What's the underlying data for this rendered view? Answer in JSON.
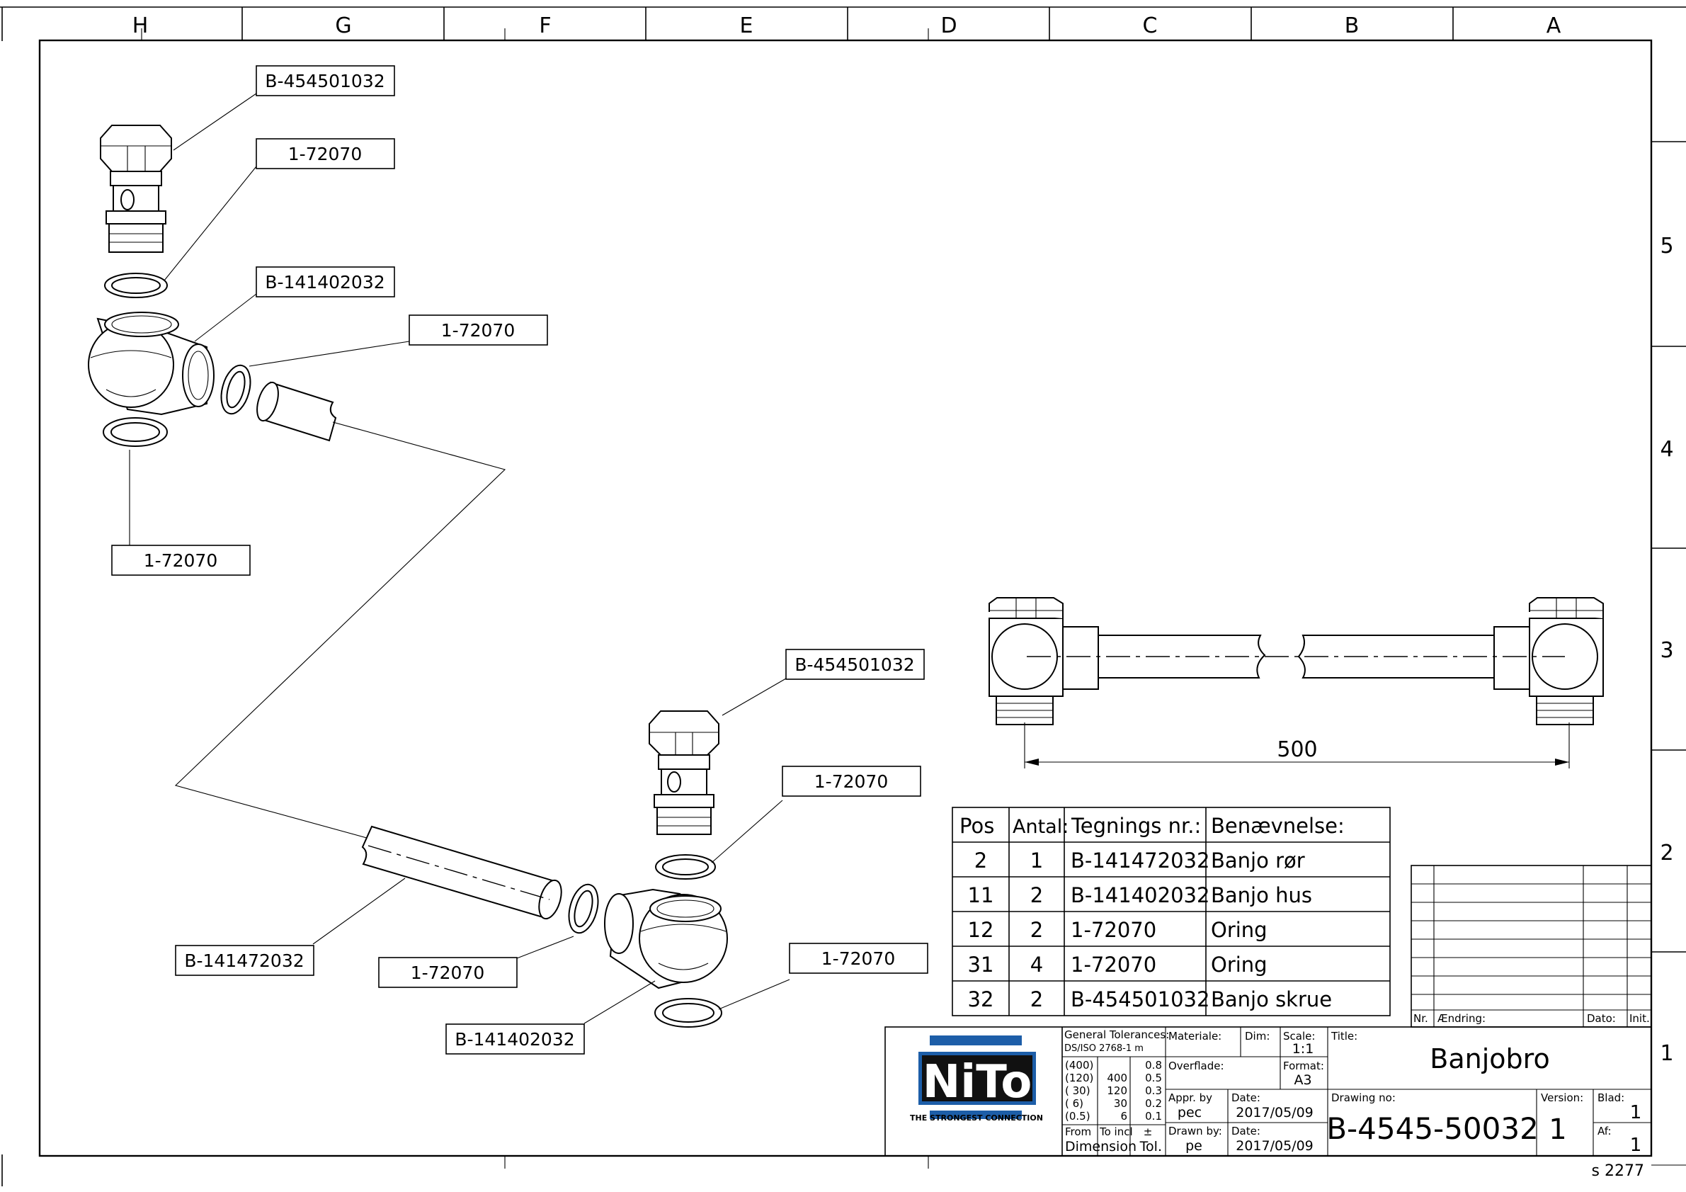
{
  "zones": {
    "columns": [
      "H",
      "G",
      "F",
      "E",
      "D",
      "C",
      "B",
      "A"
    ],
    "rows": [
      "5",
      "4",
      "3",
      "2",
      "1"
    ]
  },
  "callouts": {
    "top_screw": "B-454501032",
    "top_oring_1": "1-72070",
    "top_housing": "B-141402032",
    "top_oring_2": "1-72070",
    "top_oring_3": "1-72070",
    "bottom_screw": "B-454501032",
    "bottom_oring_1": "1-72070",
    "bottom_oring_2": "1-72070",
    "bottom_tube": "B-141472032",
    "bottom_oring_3": "1-72070",
    "bottom_housing": "B-141402032"
  },
  "dimension": {
    "length": "500"
  },
  "parts_list": {
    "headers": [
      "Pos",
      "Antal:",
      "Tegnings nr.:",
      "Benævnelse:"
    ],
    "rows": [
      [
        "2",
        "1",
        "B-141472032",
        "Banjo rør"
      ],
      [
        "11",
        "2",
        "B-141402032",
        "Banjo hus"
      ],
      [
        "12",
        "2",
        "1-72070",
        "Oring"
      ],
      [
        "31",
        "4",
        "1-72070",
        "Oring"
      ],
      [
        "32",
        "2",
        "B-454501032",
        "Banjo skrue"
      ]
    ]
  },
  "revision_table": {
    "headers": [
      "Nr.",
      "Ændring:",
      "Dato:",
      "Init."
    ]
  },
  "title_block": {
    "logo_text": "NiTo",
    "logo_tagline": "THE STRONGEST CONNECTION",
    "general_tolerances_label": "General Tolerances:",
    "tolerance_standard": "DS/ISO 2768-1 m",
    "tolerances": [
      [
        "(400)",
        "",
        "0.8"
      ],
      [
        "(120)",
        "400",
        "0.5"
      ],
      [
        "( 30)",
        "120",
        "0.3"
      ],
      [
        "(  6)",
        "30",
        "0.2"
      ],
      [
        "(0.5)",
        "6",
        "0.1"
      ]
    ],
    "from_label": "From",
    "to_incl_label": "To incl",
    "plus_minus": "±",
    "dimension_label": "Dimension",
    "tol_label": "Tol.",
    "materiale_label": "Materiale:",
    "dim_label": "Dim:",
    "scale_label": "Scale:",
    "scale": "1:1",
    "overflade_label": "Overflade:",
    "format_label": "Format:",
    "format": "A3",
    "appr_by_label": "Appr. by",
    "appr_by": "pec",
    "date_label_1": "Date:",
    "date_1": "2017/05/09",
    "drawn_by_label": "Drawn by:",
    "drawn_by": "pe",
    "date_label_2": "Date:",
    "date_2": "2017/05/09",
    "title_label": "Title:",
    "title": "Banjobro",
    "drawing_no_label": "Drawing no:",
    "drawing_no": "B-4545-50032",
    "version_label": "Version:",
    "version": "1",
    "blad_label": "Blad:",
    "blad": "1",
    "af_label": "Af:",
    "af": "1"
  },
  "sheet_ref": "s 2277",
  "colors": {
    "logo_blue": "#1d5ea8",
    "logo_black": "#111111",
    "line": "#000000"
  }
}
